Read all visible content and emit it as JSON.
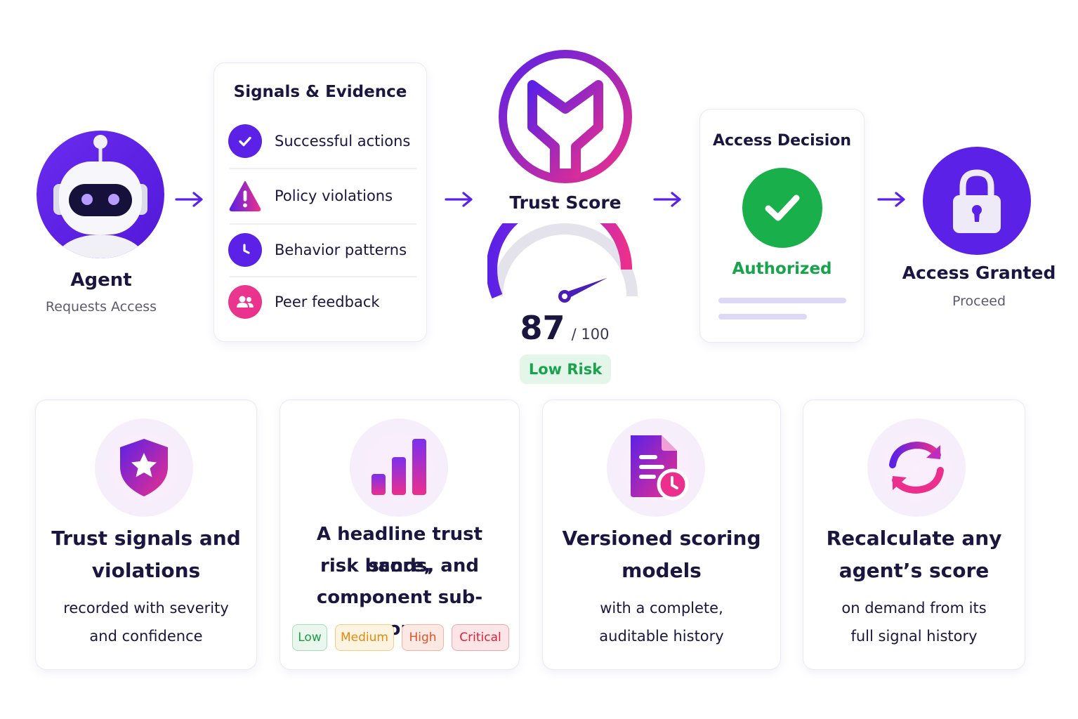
{
  "agent": {
    "title": "Agent",
    "subtitle": "Requests Access"
  },
  "signals": {
    "title": "Signals & Evidence",
    "items": [
      {
        "label": "Successful actions",
        "icon": "check-icon",
        "color": "#5b21e6"
      },
      {
        "label": "Policy violations",
        "icon": "warning-icon",
        "color": "#e72f8f"
      },
      {
        "label": "Behavior patterns",
        "icon": "clock-icon",
        "color": "#5b21e6"
      },
      {
        "label": "Peer feedback",
        "icon": "users-icon",
        "color": "#e72f8f"
      }
    ]
  },
  "trust": {
    "title": "Trust Score",
    "score": "87",
    "max": "/ 100",
    "score_fraction": 0.87,
    "risk": "Low Risk"
  },
  "decision": {
    "title": "Access Decision",
    "status": "Authorized"
  },
  "granted": {
    "title": "Access Granted",
    "subtitle": "Proceed"
  },
  "features": [
    {
      "title_line1": "Trust signals and",
      "title_line2": "violations",
      "desc_line1": "recorded with severity",
      "desc_line2": "and confidence",
      "icon": "shield-star-icon"
    },
    {
      "title_line1": "A headline trust score,",
      "title_line2": "risk bands, and",
      "title_line3": "component sub-scores",
      "icon": "bar-chart-icon",
      "bands": [
        "Low",
        "Medium",
        "High",
        "Critical"
      ]
    },
    {
      "title_line1": "Versioned scoring",
      "title_line2": "models",
      "desc_line1": "with a complete,",
      "desc_line2": "auditable history",
      "icon": "document-clock-icon"
    },
    {
      "title_line1": "Recalculate any",
      "title_line2": "agent’s score",
      "desc_line1": "on demand from its",
      "desc_line2": "full signal history",
      "icon": "refresh-icon"
    }
  ],
  "colors": {
    "primary": "#5b21e6",
    "accent": "#e72f8f",
    "success": "#19b04c",
    "text": "#1b1640"
  }
}
